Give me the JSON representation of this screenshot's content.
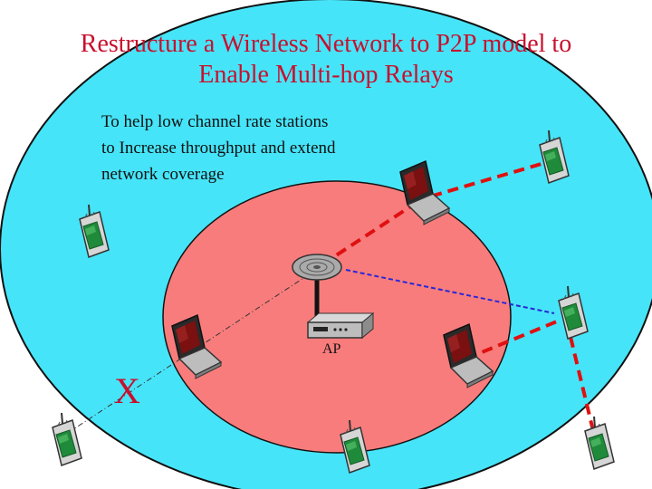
{
  "title": {
    "line1": "Restructure a Wireless Network to P2P model to",
    "line2": "Enable Multi-hop Relays"
  },
  "description": {
    "line1": "To help low channel rate stations",
    "line2": "to Increase throughput and extend",
    "line3": "network coverage"
  },
  "ap_label": "AP",
  "failed_link_mark": "X",
  "colors": {
    "outer_coverage": "#46e4f8",
    "inner_coverage": "#f87c7c",
    "title": "#c8102e",
    "relay_link": "#e01010",
    "direct_link": "#2828d8"
  },
  "icons": {
    "access_point": "access-point-icon",
    "laptop": "laptop-icon",
    "handheld": "pda-icon"
  }
}
